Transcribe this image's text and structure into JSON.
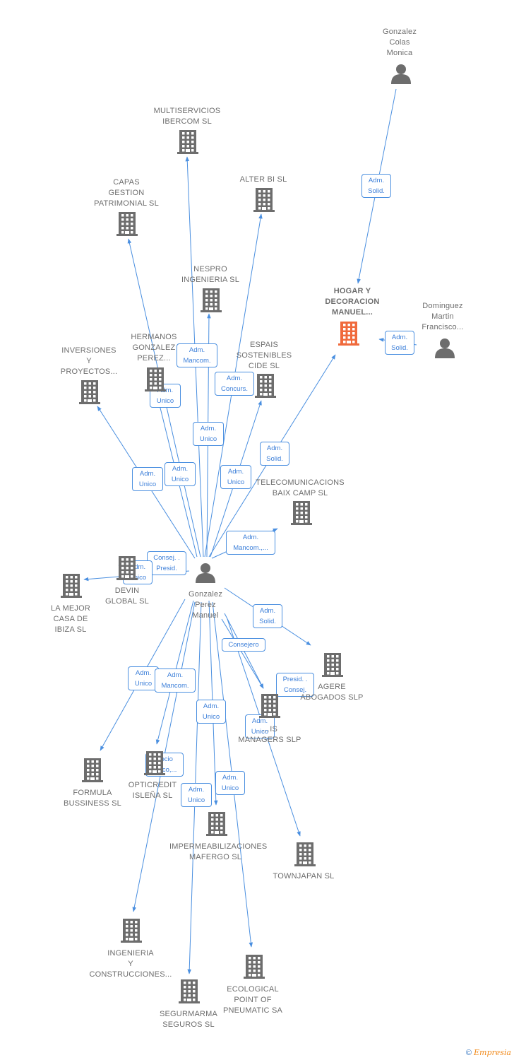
{
  "colors": {
    "edge": "#4a8fe0",
    "building": "#6d6d6d",
    "focus_building": "#f06a3c",
    "person": "#6d6d6d"
  },
  "nodes": [
    {
      "id": "gcm",
      "kind": "person",
      "lines": [
        "Gonzalez",
        "Colas",
        "Monica"
      ]
    },
    {
      "id": "multiservicios",
      "kind": "company",
      "lines": [
        "MULTISERVICIOS",
        "IBERCOM SL"
      ]
    },
    {
      "id": "alterbi",
      "kind": "company",
      "lines": [
        "ALTER BI SL"
      ]
    },
    {
      "id": "capas",
      "kind": "company",
      "lines": [
        "CAPAS",
        "GESTION",
        "PATRIMONIAL SL"
      ]
    },
    {
      "id": "nespro",
      "kind": "company",
      "lines": [
        "NESPRO",
        "INGENIERIA SL"
      ]
    },
    {
      "id": "hogar",
      "kind": "company",
      "focus": true,
      "lines": [
        "HOGAR Y",
        "DECORACION",
        "MANUEL..."
      ]
    },
    {
      "id": "dmf",
      "kind": "person",
      "lines": [
        "Dominguez",
        "Martin",
        "Francisco..."
      ]
    },
    {
      "id": "hermanos",
      "kind": "company",
      "lines": [
        "HERMANOS",
        "GONZALEZ",
        "PEREZ..."
      ]
    },
    {
      "id": "inversiones",
      "kind": "company",
      "lines": [
        "INVERSIONES",
        "Y",
        "PROYECTOS..."
      ]
    },
    {
      "id": "espais",
      "kind": "company",
      "lines": [
        "ESPAIS",
        "SOSTENIBLES",
        "CIDE SL"
      ]
    },
    {
      "id": "telecom",
      "kind": "company",
      "lines": [
        "TELECOMUNICACIONS",
        "BAIX CAMP SL"
      ]
    },
    {
      "id": "devin",
      "kind": "company",
      "lines": [
        "DEVIN",
        "GLOBAL SL"
      ]
    },
    {
      "id": "lamejor",
      "kind": "company",
      "lines": [
        "LA MEJOR",
        "CASA DE",
        "IBIZA SL"
      ]
    },
    {
      "id": "gpm",
      "kind": "person",
      "lines": [
        "Gonzalez",
        "Perez",
        "Manuel"
      ]
    },
    {
      "id": "agere",
      "kind": "company",
      "lines": [
        "AGERE",
        "ABOGADOS SLP"
      ]
    },
    {
      "id": "managers",
      "kind": "company",
      "lines": [
        "…IS",
        "MANAGERS SLP"
      ]
    },
    {
      "id": "formula",
      "kind": "company",
      "lines": [
        "FORMULA",
        "BUSSINESS SL"
      ]
    },
    {
      "id": "opticredit",
      "kind": "company",
      "lines": [
        "OPTICREDIT",
        "ISLEÑA SL"
      ]
    },
    {
      "id": "impermeab",
      "kind": "company",
      "lines": [
        "IMPERMEABILIZACIONES",
        "MAFERGO SL"
      ]
    },
    {
      "id": "townjapan",
      "kind": "company",
      "lines": [
        "TOWNJAPAN SL"
      ]
    },
    {
      "id": "ingenieria",
      "kind": "company",
      "lines": [
        "INGENIERIA",
        "Y",
        "CONSTRUCCIONES..."
      ]
    },
    {
      "id": "ecological",
      "kind": "company",
      "lines": [
        "ECOLOGICAL",
        "POINT OF",
        "PNEUMATIC SA"
      ]
    },
    {
      "id": "segurmarma",
      "kind": "company",
      "lines": [
        "SEGURMARMA",
        "SEGUROS SL"
      ]
    }
  ],
  "edges": [
    {
      "from": "gcm",
      "to": "hogar",
      "label": [
        "Adm.",
        "Solid."
      ]
    },
    {
      "from": "dmf",
      "to": "hogar",
      "label": [
        "Adm.",
        "Solid."
      ]
    },
    {
      "from": "gpm",
      "to": "multiservicios",
      "label": [
        "Adm.",
        "Mancom."
      ]
    },
    {
      "from": "gpm",
      "to": "alterbi",
      "label": [
        "Adm.",
        "Concurs."
      ]
    },
    {
      "from": "gpm",
      "to": "capas",
      "label": [
        "Adm.",
        "Unico"
      ]
    },
    {
      "from": "gpm",
      "to": "nespro",
      "label": [
        "Adm.",
        "Unico"
      ]
    },
    {
      "from": "gpm",
      "to": "hogar",
      "label": [
        "Adm.",
        "Solid."
      ]
    },
    {
      "from": "gpm",
      "to": "hermanos",
      "label": [
        "Adm.",
        "Unico"
      ]
    },
    {
      "from": "gpm",
      "to": "inversiones",
      "label": [
        "Adm.",
        "Unico"
      ]
    },
    {
      "from": "gpm",
      "to": "espais",
      "label": [
        "Adm.",
        "Unico"
      ]
    },
    {
      "from": "gpm",
      "to": "telecom",
      "label": [
        "Adm.",
        "Mancom.,..."
      ]
    },
    {
      "from": "gpm",
      "to": "devin",
      "label": [
        "Consej. .",
        "Presid."
      ]
    },
    {
      "from": "gpm",
      "to": "lamejor",
      "label": [
        "Adm.",
        "Unico"
      ]
    },
    {
      "from": "gpm",
      "to": "agere",
      "label": [
        "Adm.",
        "Solid."
      ]
    },
    {
      "from": "gpm",
      "to": "managers",
      "label": [
        "Consejero"
      ]
    },
    {
      "from": "gpm",
      "to": "managers",
      "label": [
        "Presid. .",
        "Consej."
      ]
    },
    {
      "from": "gpm",
      "to": "townjapan",
      "label": [
        "Adm.",
        "Unico"
      ]
    },
    {
      "from": "gpm",
      "to": "formula",
      "label": [
        "Adm.",
        "Unico"
      ]
    },
    {
      "from": "gpm",
      "to": "opticredit",
      "label": [
        "Adm.",
        "Mancom."
      ]
    },
    {
      "from": "gpm",
      "to": "impermeab",
      "label": [
        "Adm.",
        "Unico"
      ]
    },
    {
      "from": "gpm",
      "to": "ingenieria",
      "label": [
        "Socio",
        "Único,..."
      ]
    },
    {
      "from": "gpm",
      "to": "ecological",
      "label": [
        "Adm.",
        "Unico"
      ]
    },
    {
      "from": "gpm",
      "to": "segurmarma",
      "label": [
        "Adm.",
        "Unico"
      ]
    }
  ],
  "footer": {
    "copyright": "©",
    "brand": "Empresia"
  }
}
